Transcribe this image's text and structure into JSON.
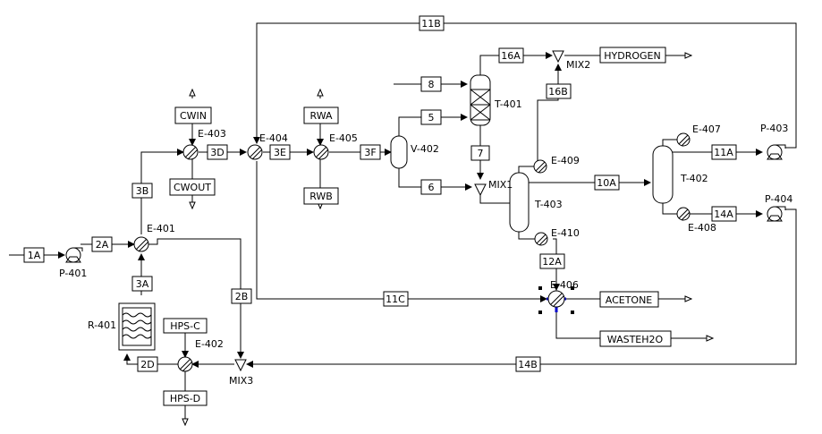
{
  "streams": {
    "s1A": "1A",
    "s2A": "2A",
    "s2B": "2B",
    "s3A": "3A",
    "s3B": "3B",
    "s3D": "3D",
    "s3E": "3E",
    "s3F": "3F",
    "s5": "5",
    "s6": "6",
    "s7": "7",
    "s8": "8",
    "s10A": "10A",
    "s11A": "11A",
    "s11B": "11B",
    "s11C": "11C",
    "s12A": "12A",
    "s14A": "14A",
    "s14B": "14B",
    "s16A": "16A",
    "s16B": "16B",
    "s2D": "2D"
  },
  "utilities": {
    "cwin": "CWIN",
    "cwout": "CWOUT",
    "rwa": "RWA",
    "rwb": "RWB",
    "hpsc": "HPS-C",
    "hpsd": "HPS-D",
    "hydrogen": "HYDROGEN",
    "acetone": "ACETONE",
    "wasteh2o": "WASTEH2O"
  },
  "units": {
    "p401": "P-401",
    "p403": "P-403",
    "p404": "P-404",
    "e401": "E-401",
    "e402": "E-402",
    "e403": "E-403",
    "e404": "E-404",
    "e405": "E-405",
    "e406": "E-406",
    "e407": "E-407",
    "e408": "E-408",
    "e409": "E-409",
    "e410": "E-410",
    "r401": "R-401",
    "v402": "V-402",
    "t401": "T-401",
    "t402": "T-402",
    "t403": "T-403",
    "mix1": "MIX1",
    "mix2": "MIX2",
    "mix3": "MIX3"
  }
}
